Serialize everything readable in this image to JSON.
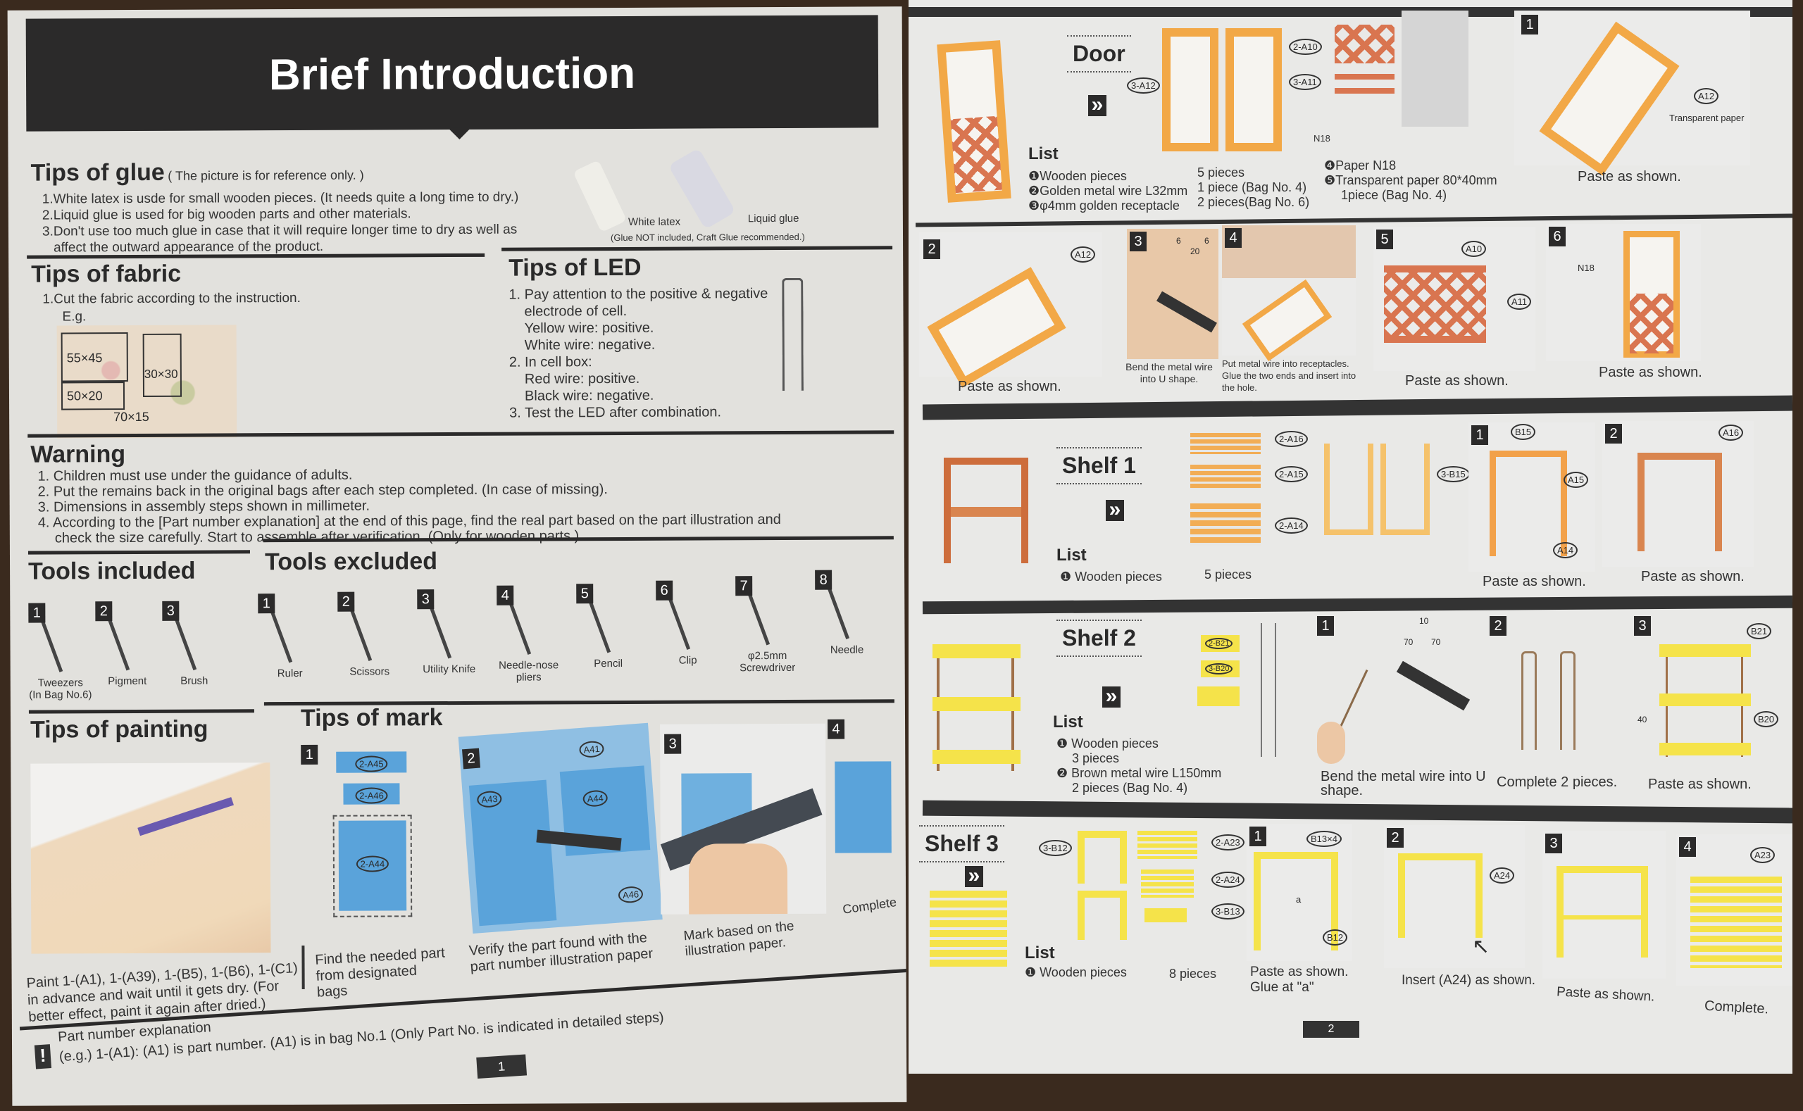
{
  "page1": {
    "title": "Brief Introduction",
    "glue": {
      "heading": "Tips of glue",
      "note": "( The picture is for reference only. )",
      "items": [
        "1.White latex is usde for small wooden pieces. (It needs quite a long time to dry.)",
        "2.Liquid glue is used for big wooden parts and other materials.",
        "3.Don't use too much glue in case that it will require longer time to dry as well as",
        "affect the outward appearance of the product."
      ],
      "label_latex": "White latex",
      "label_liquid": "Liquid glue",
      "footnote": "(Glue NOT included, Craft Glue recommended.)"
    },
    "fabric": {
      "heading": "Tips of fabric",
      "text": "1.Cut the fabric according to the instruction.",
      "eg": "E.g.",
      "dims": [
        "55×45",
        "30×30",
        "50×20",
        "70×15"
      ]
    },
    "led": {
      "heading": "Tips of LED",
      "lines": [
        "1. Pay attention to the positive & negative",
        "electrode of cell.",
        "Yellow wire: positive.",
        "White wire: negative.",
        "2. In cell box:",
        "Red wire: positive.",
        "Black wire: negative.",
        "3. Test the LED after combination."
      ]
    },
    "warning": {
      "heading": "Warning",
      "lines": [
        "1. Children must use under the guidance of adults.",
        "2. Put the remains back in the original bags after each step completed. (In case of missing).",
        "3. Dimensions in assembly steps shown in millimeter.",
        "4. According to the [Part number explanation] at the end of this page, find the real part based on the part illustration and",
        "check the size carefully. Start to assemble after verification. (Only for wooden parts.)"
      ]
    },
    "tools_included": {
      "heading": "Tools included",
      "items": [
        {
          "num": "1",
          "label": "Tweezers",
          "sub": "(In Bag No.6)"
        },
        {
          "num": "2",
          "label": "Pigment",
          "sub": ""
        },
        {
          "num": "3",
          "label": "Brush",
          "sub": ""
        }
      ]
    },
    "tools_excluded": {
      "heading": "Tools excluded",
      "items": [
        {
          "num": "1",
          "label": "Ruler",
          "sub": ""
        },
        {
          "num": "2",
          "label": "Scissors",
          "sub": ""
        },
        {
          "num": "3",
          "label": "Utility Knife",
          "sub": ""
        },
        {
          "num": "4",
          "label": "Needle-nose pliers",
          "sub": ""
        },
        {
          "num": "5",
          "label": "Pencil",
          "sub": ""
        },
        {
          "num": "6",
          "label": "Clip",
          "sub": ""
        },
        {
          "num": "7",
          "label": "φ2.5mm",
          "sub": "Screwdriver"
        },
        {
          "num": "8",
          "label": "Needle",
          "sub": ""
        }
      ]
    },
    "painting": {
      "heading": "Tips of painting",
      "caption_1": "Paint 1-(A1), 1-(A39), 1-(B5), 1-(B6), 1-(C1)",
      "caption_2": "in advance and wait until it gets dry. (For",
      "caption_3": "better effect, paint it again after dried.)"
    },
    "mark": {
      "heading": "Tips of mark",
      "steps": [
        {
          "num": "1",
          "caption": "Find the needed part from designated bags",
          "tags": [
            "2-A45",
            "2-A46",
            "2-A44"
          ]
        },
        {
          "num": "2",
          "caption": "Verify the part found with the part number  illustration paper",
          "tags": [
            "A41",
            "A43",
            "A44",
            "A46"
          ]
        },
        {
          "num": "3",
          "caption": "Mark based on the illustration paper."
        },
        {
          "num": "4",
          "caption": "Complete"
        }
      ]
    },
    "note": {
      "title": "Part number explanation",
      "text": "(e.g.) 1-(A1): (A1) is part number. (A1) is in bag No.1 (Only Part No. is indicated in detailed steps)"
    },
    "page_number": "1"
  },
  "page2": {
    "door": {
      "title": "Door",
      "list_heading": "List",
      "list": [
        "❶Wooden pieces",
        "❷Golden metal wire L32mm",
        "❸φ4mm golden receptacle"
      ],
      "qty": [
        "5 pieces",
        "1  piece (Bag No. 4)",
        "2  pieces(Bag No. 6)"
      ],
      "list_b": [
        "❹Paper N18",
        "❺Transparent paper 80*40mm",
        "1piece (Bag No. 4)"
      ],
      "parts": [
        "3-A12",
        "2-A10",
        "3-A11",
        "N18"
      ],
      "step1": {
        "num": "1",
        "tag": "A12",
        "label": "Transparent paper",
        "caption": "Paste as shown."
      },
      "steps": [
        {
          "num": "2",
          "tag": "A12",
          "caption": "Paste as shown."
        },
        {
          "num": "3",
          "dims": [
            "6",
            "6",
            "20"
          ],
          "caption": "Bend the metal wire into U shape."
        },
        {
          "num": "4",
          "caption": "Put metal wire into receptacles. Glue the two ends and insert into the hole."
        },
        {
          "num": "5",
          "tags": [
            "A10",
            "A11"
          ],
          "caption": "Paste as shown."
        },
        {
          "num": "6",
          "tag": "N18",
          "caption": "Paste as shown."
        }
      ]
    },
    "shelf1": {
      "title": "Shelf 1",
      "list_heading": "List",
      "list": [
        "❶ Wooden pieces"
      ],
      "qty": "5 pieces",
      "parts": [
        "2-A16",
        "2-A15",
        "2-A14",
        "3-B15"
      ],
      "steps": [
        {
          "num": "1",
          "tags": [
            "B15",
            "A15",
            "A14"
          ],
          "caption": "Paste as shown."
        },
        {
          "num": "2",
          "tags": [
            "A16"
          ],
          "caption": "Paste as shown."
        }
      ]
    },
    "shelf2": {
      "title": "Shelf 2",
      "list_heading": "List",
      "list": [
        "❶ Wooden pieces",
        "3 pieces",
        "❷ Brown metal wire L150mm",
        "2 pieces (Bag No. 4)"
      ],
      "parts": [
        "2-B21",
        "3-B20"
      ],
      "steps": [
        {
          "num": "1",
          "dims": [
            "10",
            "70",
            "70"
          ],
          "caption": "Bend the metal wire into U shape."
        },
        {
          "num": "2",
          "caption": "Complete 2 pieces."
        },
        {
          "num": "3",
          "dims": [
            "40"
          ],
          "tags": [
            "B21",
            "B20"
          ],
          "caption": "Paste as shown."
        }
      ]
    },
    "shelf3": {
      "title": "Shelf 3",
      "list_heading": "List",
      "list": [
        "❶ Wooden pieces"
      ],
      "qty": "8 pieces",
      "parts": [
        "3-B12",
        "2-A23",
        "2-A24",
        "3-B13"
      ],
      "steps": [
        {
          "num": "1",
          "tags": [
            "B13×4",
            "B12"
          ],
          "mark": "a",
          "caption": "Paste as shown. Glue at \"a\""
        },
        {
          "num": "2",
          "tags": [
            "A24"
          ],
          "caption": "Insert (A24) as shown."
        },
        {
          "num": "3",
          "caption": "Paste as shown."
        },
        {
          "num": "4",
          "tags": [
            "A23"
          ],
          "caption": "Complete."
        }
      ]
    },
    "page_number": "2"
  }
}
